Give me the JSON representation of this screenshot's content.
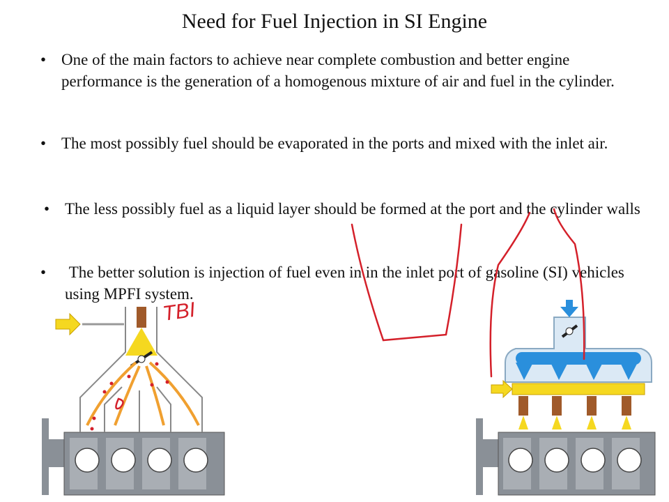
{
  "slide": {
    "title": "Need for Fuel Injection in SI Engine",
    "bullet_symbol": "•",
    "bullets": [
      "One of the main factors  to achieve near complete combustion and better engine performance is the generation of a homogenous mixture of air and fuel in the cylinder.",
      "The most possibly fuel should be evaporated in the ports and mixed with the inlet air.",
      "The less possibly fuel as a liquid layer should be formed at the port and the cylinder walls",
      " The better solution is injection of fuel even in in the inlet port of gasoline (SI) vehicles using MPFI system."
    ]
  },
  "annotations": {
    "handwritten_label": "TBI",
    "ink_color": "#d4202a"
  },
  "diagram_colors": {
    "engine_block": "#8a9097",
    "cylinder": "#ffffff",
    "fuel_flow": "#f0a030",
    "fuel_rail": "#f5d820",
    "air_flow": "#2a8fdc",
    "injector": "#a05a2a"
  }
}
